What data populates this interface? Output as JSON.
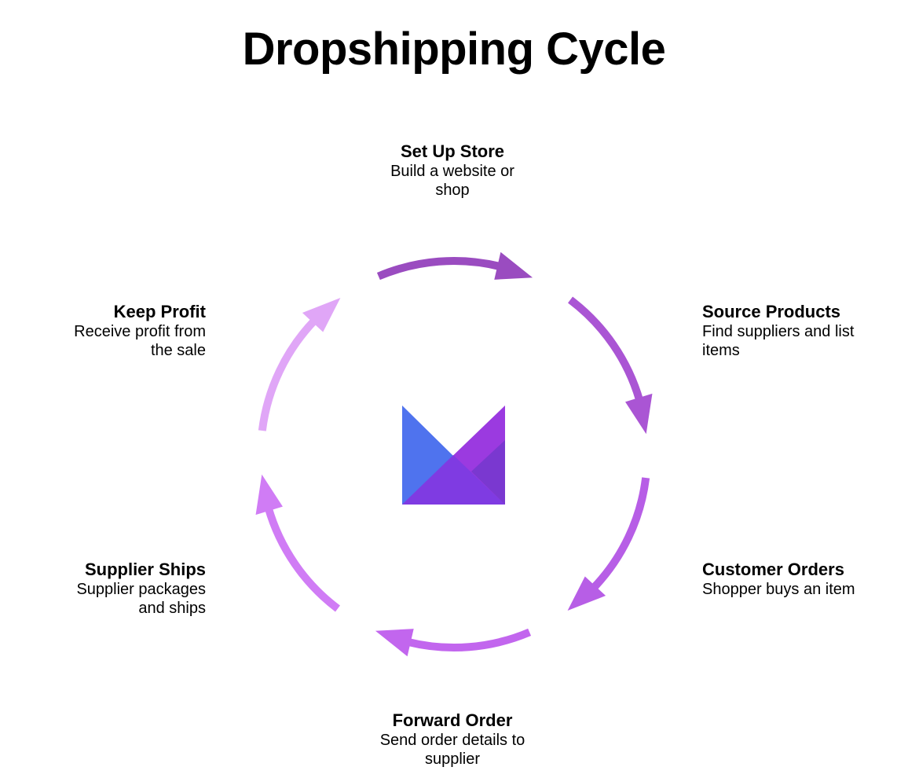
{
  "title": "Dropshipping Cycle",
  "steps": [
    {
      "title": "Set Up Store",
      "description": "Build a website or shop",
      "color": "#9a4cc0"
    },
    {
      "title": "Source Products",
      "description": "Find suppliers and list items",
      "color": "#aa55d4"
    },
    {
      "title": "Customer Orders",
      "description": "Shopper buys an item",
      "color": "#b75ee6"
    },
    {
      "title": "Forward Order",
      "description": "Send order details to supplier",
      "color": "#c266ee"
    },
    {
      "title": "Supplier Ships",
      "description": "Supplier packages and ships",
      "color": "#d07cf5"
    },
    {
      "title": "Keep Profit",
      "description": "Receive profit from the sale",
      "color": "#e0a6f7"
    }
  ],
  "logo": {
    "icon": "m-logo-icon",
    "colors": [
      "#4f73ee",
      "#9b3ae0",
      "#7a3ce2",
      "#5a35c0"
    ]
  }
}
